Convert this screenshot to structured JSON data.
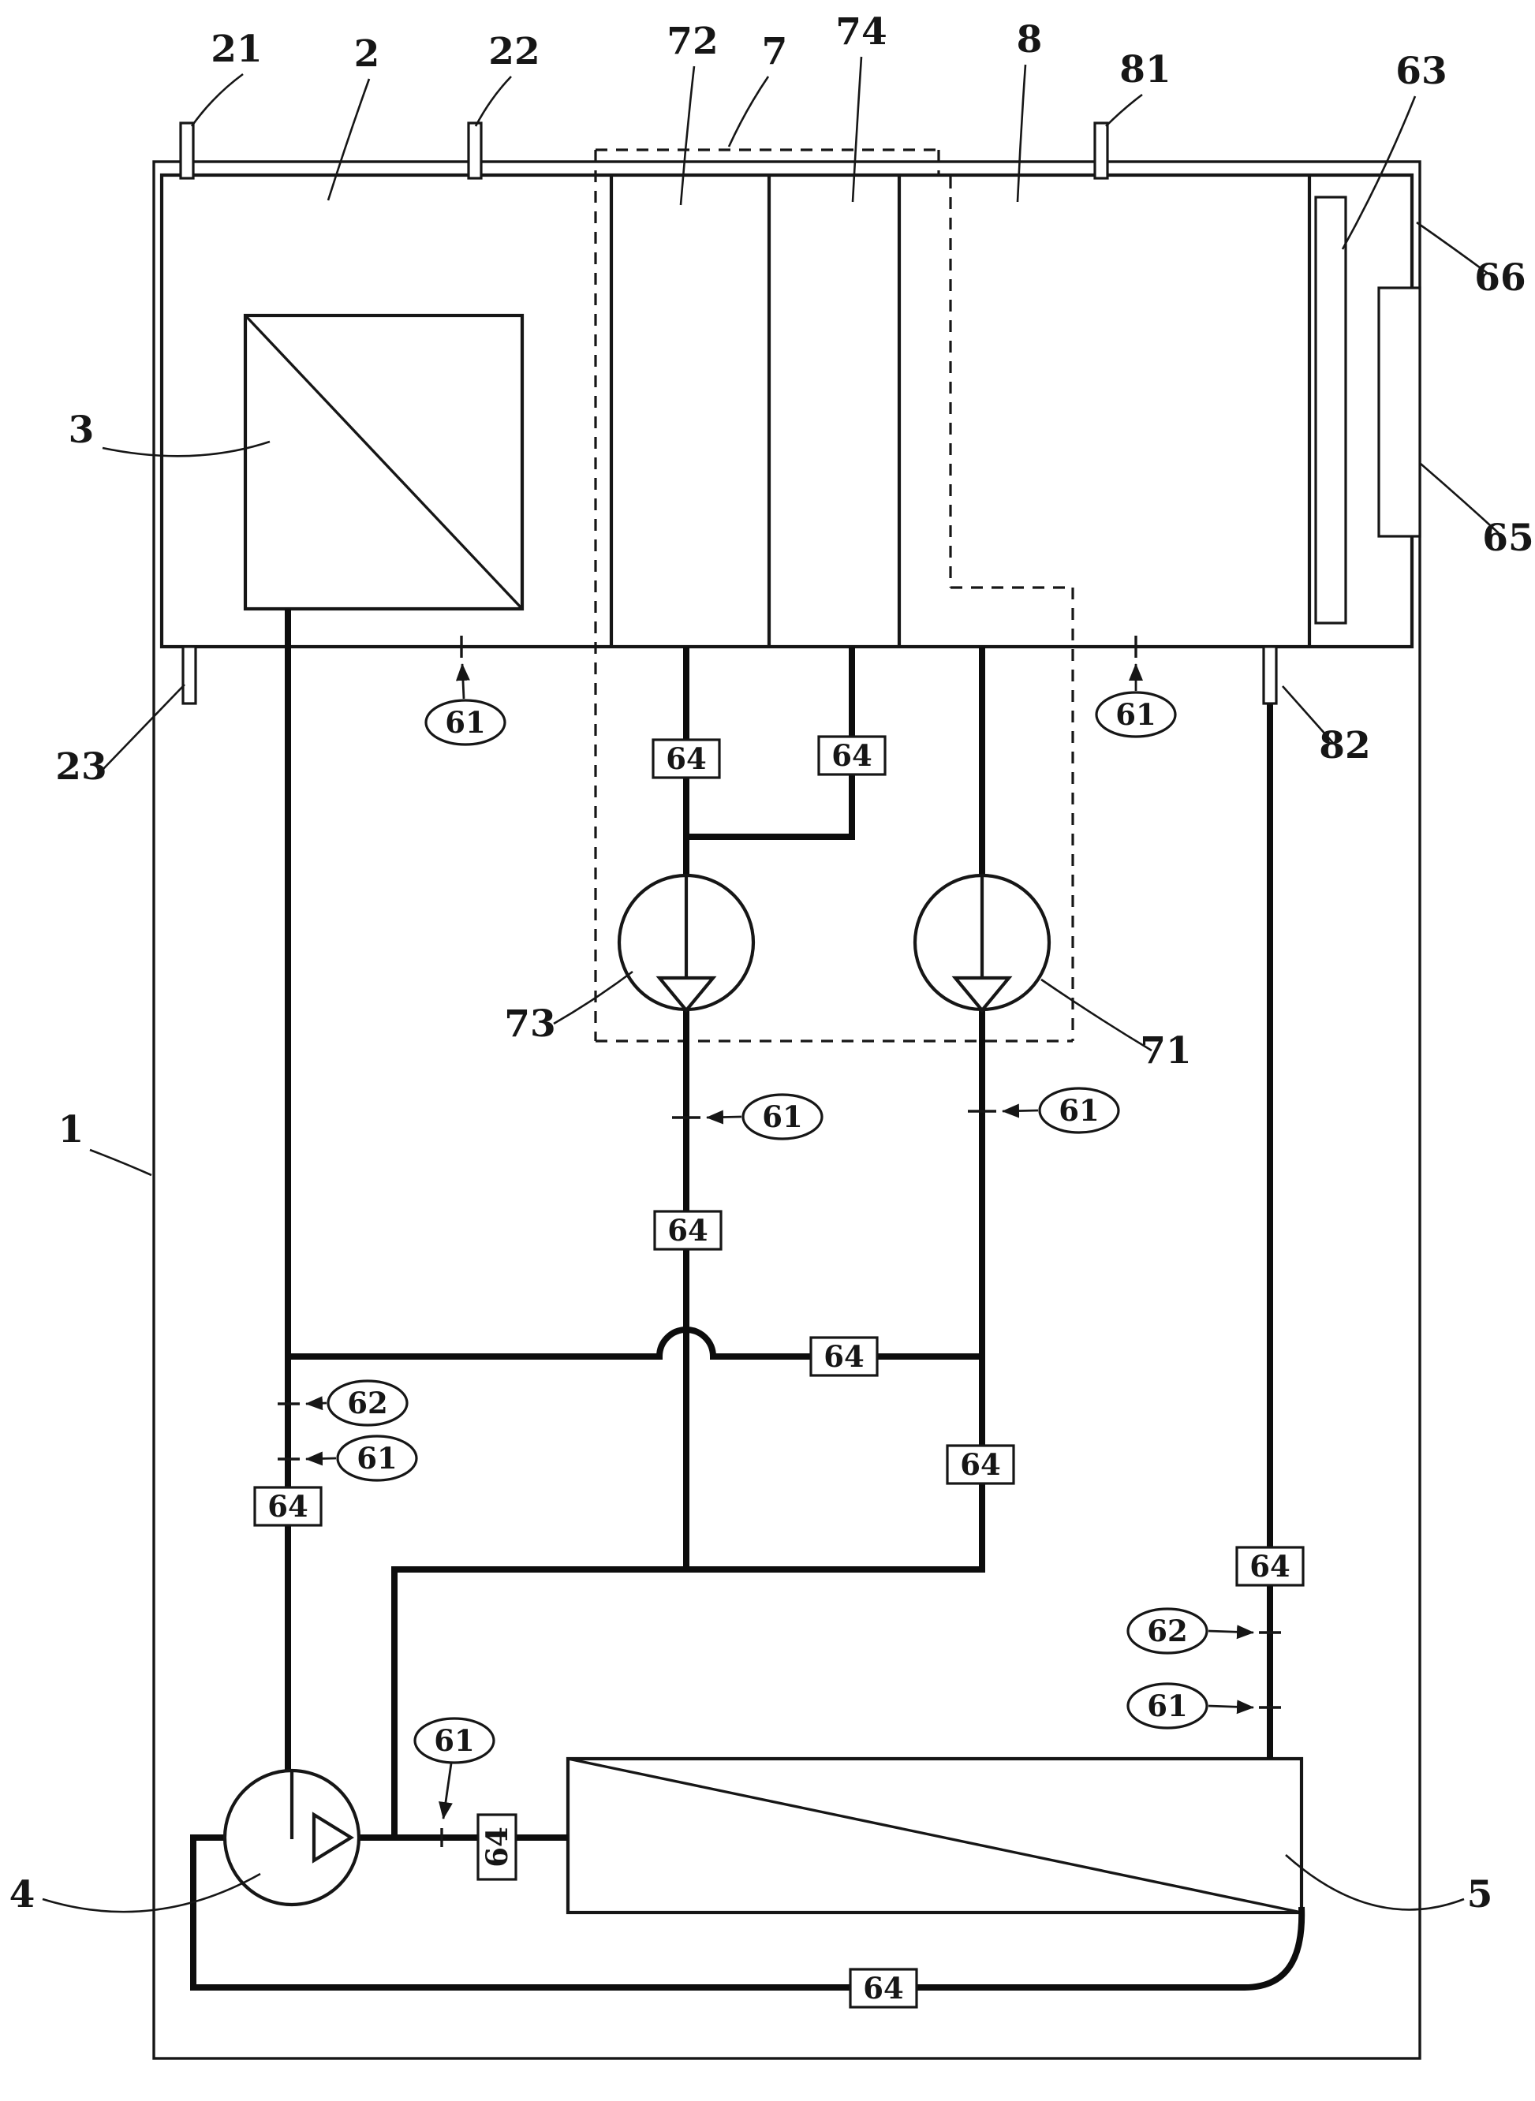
{
  "figure": {
    "background": "#ffffff",
    "ink": "#161616",
    "pipe_color": "#0d0d0d"
  },
  "labels": {
    "n1": "1",
    "n2": "2",
    "n3": "3",
    "n4": "4",
    "n5": "5",
    "n7": "7",
    "n8": "8",
    "n21": "21",
    "n22": "22",
    "n23": "23",
    "n63": "63",
    "n65": "65",
    "n66": "66",
    "n71": "71",
    "n72": "72",
    "n73": "73",
    "n74": "74",
    "n81": "81",
    "n82": "82",
    "s61": "61",
    "s62": "62",
    "s64": "64"
  }
}
